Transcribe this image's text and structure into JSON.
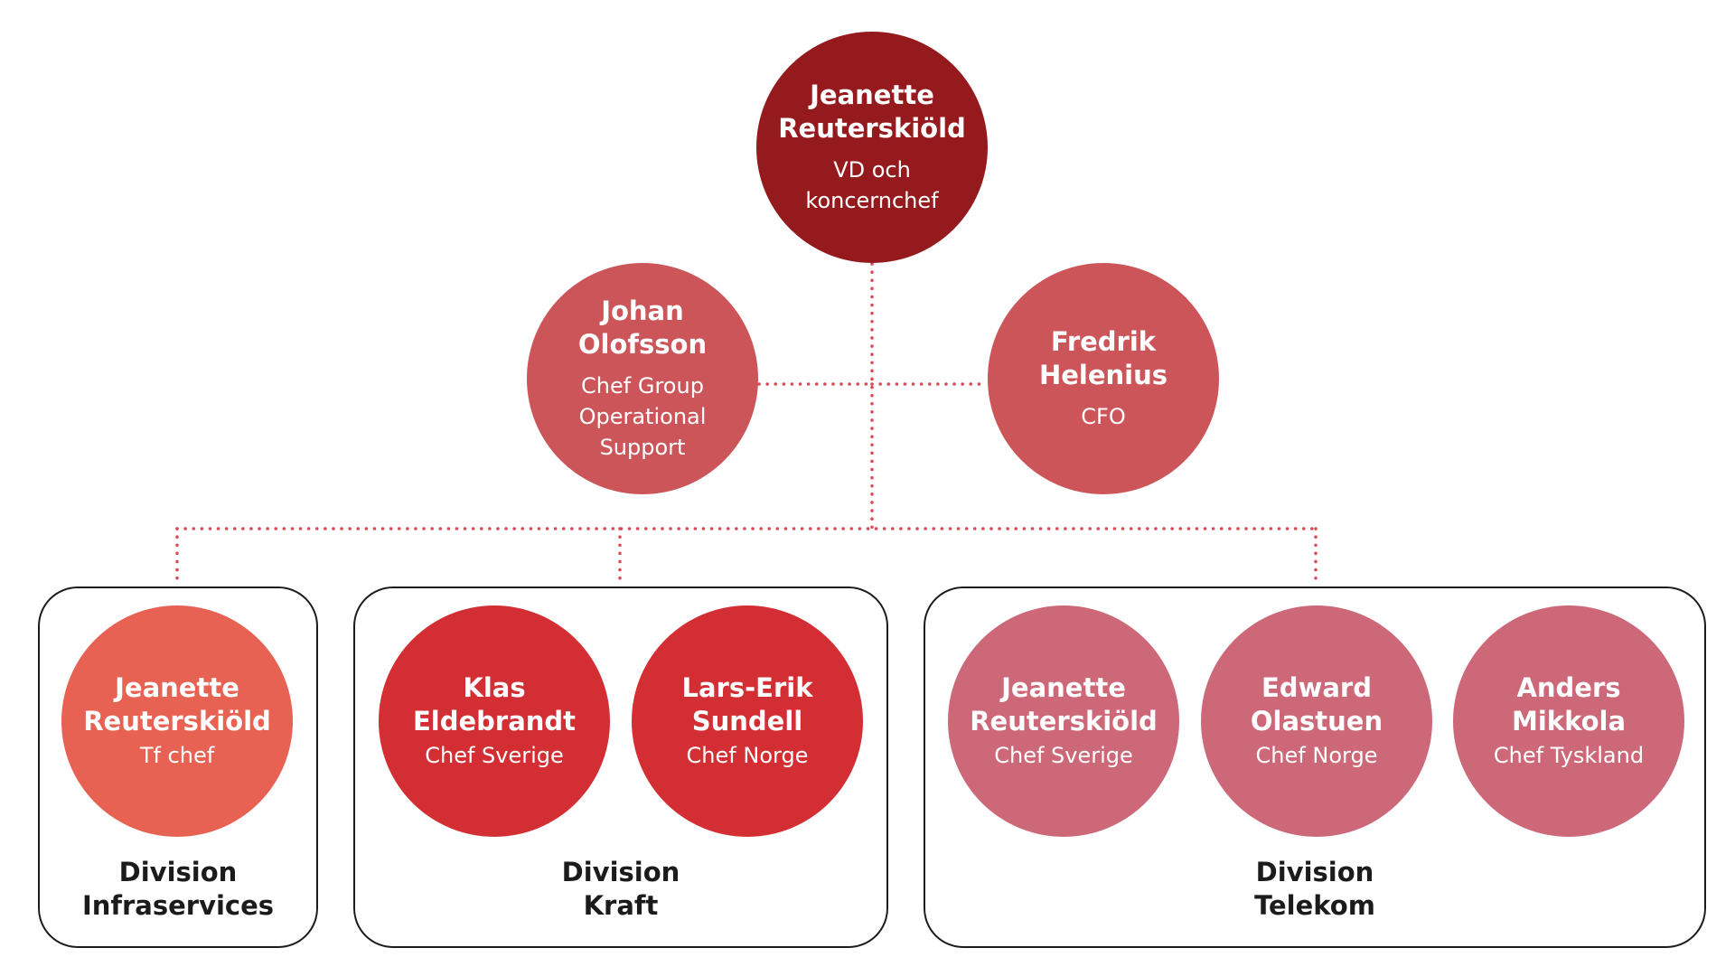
{
  "colors": {
    "ceo": "#951a1e",
    "staff": "#cc5559",
    "infraservices": "#e86254",
    "kraft": "#d32e33",
    "telekom": "#cc6878",
    "connector": "#d94a55",
    "border": "#1b1b1b"
  },
  "ceo": {
    "name_line1": "Jeanette",
    "name_line2": "Reuterskiöld",
    "role_line1": "VD och",
    "role_line2": "koncernchef"
  },
  "staff": [
    {
      "name_line1": "Johan",
      "name_line2": "Olofsson",
      "role_line1": "Chef Group",
      "role_line2": "Operational",
      "role_line3": "Support"
    },
    {
      "name_line1": "Fredrik",
      "name_line2": "Helenius",
      "role_line1": "CFO"
    }
  ],
  "divisions": [
    {
      "label_line1": "Division",
      "label_line2": "Infraservices",
      "members": [
        {
          "name_line1": "Jeanette",
          "name_line2": "Reuterskiöld",
          "role": "Tf chef"
        }
      ]
    },
    {
      "label_line1": "Division",
      "label_line2": "Kraft",
      "members": [
        {
          "name_line1": "Klas",
          "name_line2": "Eldebrandt",
          "role": "Chef Sverige"
        },
        {
          "name_line1": "Lars-Erik",
          "name_line2": "Sundell",
          "role": "Chef Norge"
        }
      ]
    },
    {
      "label_line1": "Division",
      "label_line2": "Telekom",
      "members": [
        {
          "name_line1": "Jeanette",
          "name_line2": "Reuterskiöld",
          "role": "Chef Sverige"
        },
        {
          "name_line1": "Edward",
          "name_line2": "Olastuen",
          "role": "Chef Norge"
        },
        {
          "name_line1": "Anders",
          "name_line2": "Mikkola",
          "role": "Chef Tyskland"
        }
      ]
    }
  ]
}
